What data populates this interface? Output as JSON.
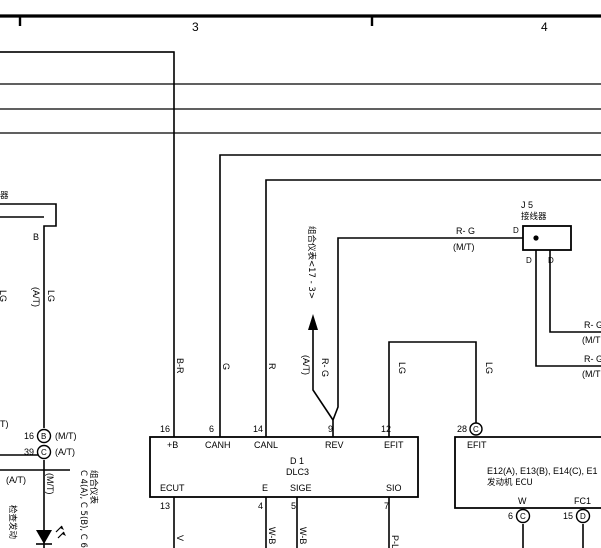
{
  "column_numbers": [
    "3",
    "4"
  ],
  "connector_d1": {
    "title": "D 1",
    "subtitle": "DLC3",
    "pins_top": [
      {
        "num": "16",
        "label": "+B"
      },
      {
        "num": "6",
        "label": "CANH"
      },
      {
        "num": "14",
        "label": "CANL"
      },
      {
        "num": "9",
        "label": "REV"
      },
      {
        "num": "12",
        "label": "EFIT"
      }
    ],
    "pins_bottom": [
      {
        "num": "13",
        "label": "ECUT"
      },
      {
        "num": "4",
        "label": "E"
      },
      {
        "num": "5",
        "label": "SIGE"
      },
      {
        "num": "7",
        "label": "SIO"
      }
    ]
  },
  "junction_j5": {
    "title": "J 5",
    "subtitle": "接线器",
    "pin_left": "D",
    "pin_bottom_left": "D",
    "pin_bottom_right": "D"
  },
  "ecu": {
    "pin_num": "28",
    "pin_connector": "C",
    "pin_label": "EFIT",
    "title": "E12(A), E13(B), E14(C), E1",
    "subtitle": "发动机 ECU",
    "bottom_pins": [
      {
        "num": "6",
        "connector": "C",
        "label": "W"
      },
      {
        "num": "15",
        "connector": "D",
        "label": "FC1"
      }
    ]
  },
  "wire_labels": {
    "b_r": "B-R",
    "g": "G",
    "r": "R",
    "lg_efit": "LG",
    "lg_ecu": "LG",
    "r_g_top": "R- G",
    "mt_top": "(M/T)",
    "r_g_vert": "R- G",
    "at_vert": "(A/T)",
    "lg_left": "LG",
    "at_left": "(A/T)",
    "lg_left2": "LG",
    "b": "B",
    "r_g_right1": "R- G",
    "mt_right1": "(M/T",
    "r_g_right2": "R- G",
    "mt_right2": "(M/T",
    "v": "V",
    "w_b1": "W-B",
    "w_b2": "W-B",
    "p": "P-L"
  },
  "left_pins": [
    {
      "num": "16",
      "connector": "B",
      "note": "(M/T)"
    },
    {
      "num": "39",
      "connector": "C",
      "note": "(A/T)"
    }
  ],
  "left_misc": {
    "at": "(A/T)",
    "mt": "(M/T)",
    "t_label": "T)",
    "c4": "C 4(A), C 5(B), C 6",
    "c4b": "组合仪表",
    "warn": "检查发动",
    "frag": "器"
  },
  "reference_note": "组合仪表<17 - 3>"
}
